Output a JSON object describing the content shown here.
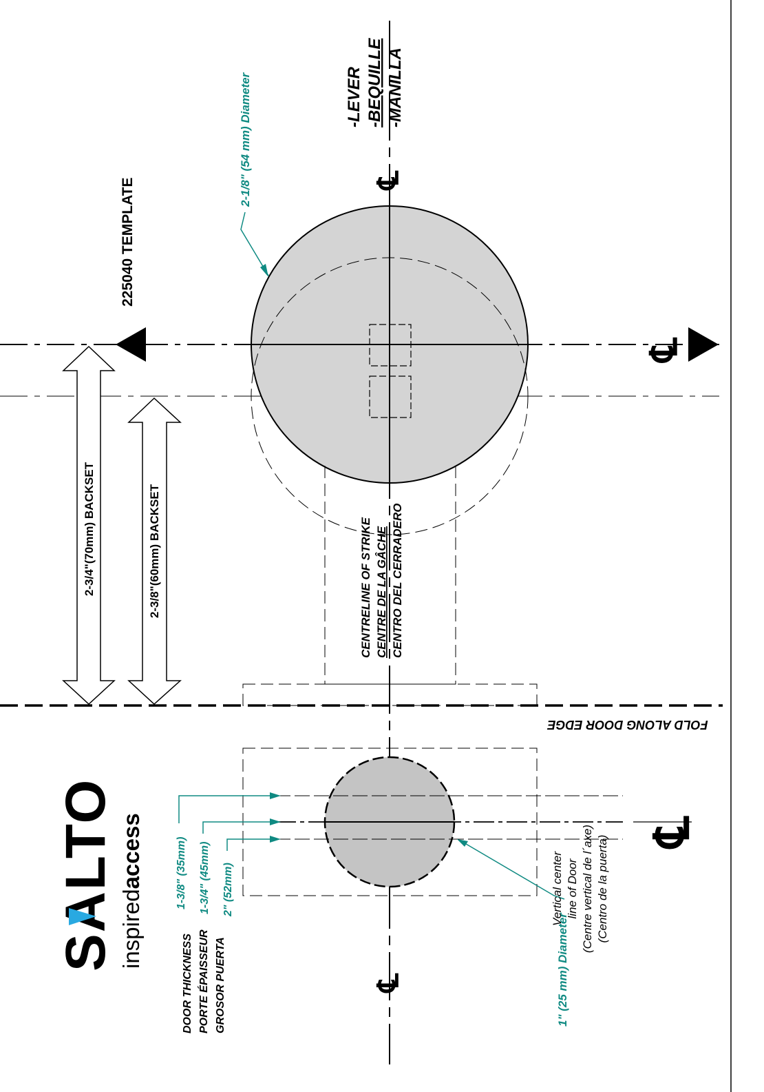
{
  "logo": {
    "brand": "SALTO",
    "tagline_light": "inspired",
    "tagline_bold": "access"
  },
  "template_title": "225040 TEMPLATE",
  "handle": {
    "line1": "-LEVER",
    "line2": "-BEQUILLE",
    "line3": "-MANILLA"
  },
  "big_hole_diameter": "2-1/8\" (54 mm) Diameter",
  "small_hole_diameter": "1\" (25 mm) Diameter",
  "backset_70": "2-3/4\"(70mm) BACKSET",
  "backset_60": "2-3/8\"(60mm) BACKSET",
  "strike": {
    "line1": "CENTRELINE OF STRIKE",
    "line2": "CENTRE DE LA GÂCHE",
    "line3": "CENTRO DEL CERRADERO"
  },
  "fold_label": "FOLD ALONG DOOR EDGE",
  "door_thickness": {
    "line1": "DOOR THICKNESS",
    "line2": "PORTE ÉPAISSEUR",
    "line3": "GROSOR PUERTA"
  },
  "thickness_options": [
    "1-3/8\" (35mm)",
    "1-3/4\" (45mm)",
    "2\" (52mm)"
  ],
  "vertical_center": {
    "line1": "Vertical center",
    "line2": "line of Door",
    "line3": "(Centre vertical de l´axe)",
    "line4": "(Centro de la puerta)"
  },
  "centerline_symbol": "℄",
  "colors": {
    "line": "#000000",
    "callout": "#0f8a82",
    "hole_fill": "#d4d4d4",
    "small_hole_fill": "#c4c4c4",
    "logo_accent": "#29a9e1"
  }
}
